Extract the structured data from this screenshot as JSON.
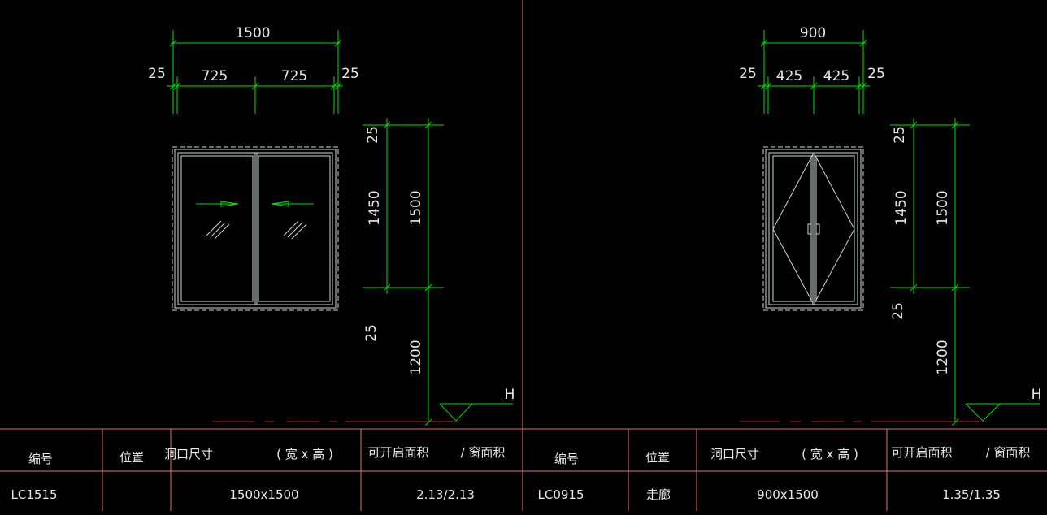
{
  "colors": {
    "background": "#000000",
    "dimension_line": "#00e000",
    "window_frame": "#c8d8d8",
    "table_border": "#e07070",
    "floor_line": "#d02020",
    "text": "#e8e8e8"
  },
  "left_window": {
    "total_width": "1500",
    "margin_left": "25",
    "pane_left": "725",
    "pane_right": "725",
    "margin_right": "25",
    "top_gap": "25",
    "pane_height": "1450",
    "total_height": "1500",
    "bottom_gap": "25",
    "sill_height": "1200",
    "level_mark": "H"
  },
  "right_window": {
    "total_width": "900",
    "margin_left": "25",
    "pane_left": "425",
    "pane_right": "425",
    "margin_right": "25",
    "top_gap": "25",
    "pane_height": "1450",
    "total_height": "1500",
    "bottom_gap": "25",
    "sill_height": "1200",
    "level_mark": "H"
  },
  "left_table": {
    "headers": {
      "code": "编号",
      "location": "位置",
      "opening_size": "洞口尺寸",
      "width_x_height": "( 宽 x 高 )",
      "openable_area": "可开启面积",
      "window_area": "/ 窗面积"
    },
    "row": {
      "code": "LC1515",
      "location": "",
      "size": "1500x1500",
      "area": "2.13/2.13"
    }
  },
  "right_table": {
    "headers": {
      "code": "编号",
      "location": "位置",
      "opening_size": "洞口尺寸",
      "width_x_height": "( 宽 x 高 )",
      "openable_area": "可开启面积",
      "window_area": "/ 窗面积"
    },
    "row": {
      "code": "LC0915",
      "location": "走廊",
      "size": "900x1500",
      "area": "1.35/1.35"
    }
  }
}
